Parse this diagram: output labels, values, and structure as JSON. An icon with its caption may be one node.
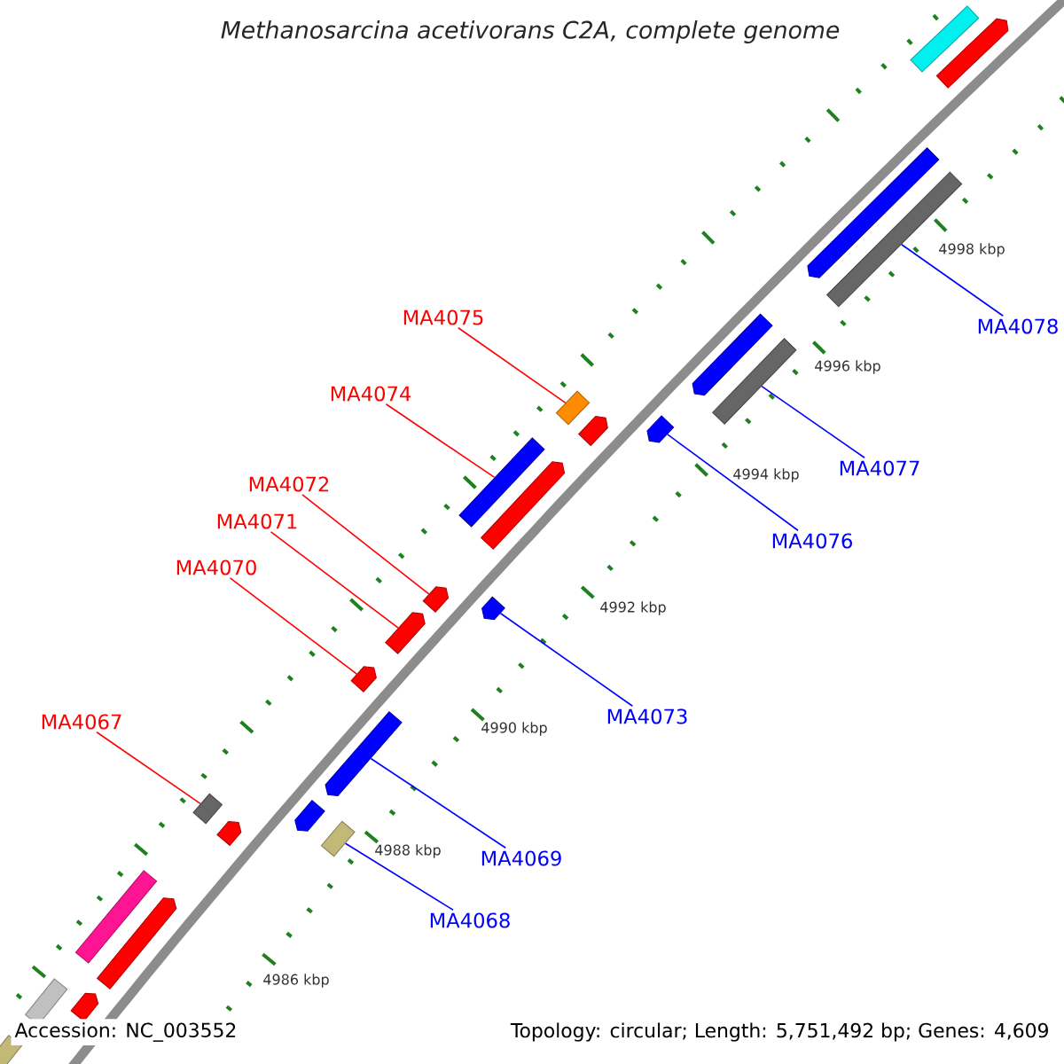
{
  "diagram": {
    "title": "Methanosarcina acetivorans C2A, complete genome",
    "nodes": [
      {
        "text": [
          "MA4075"
        ]
      },
      {
        "text": [
          "MA4074"
        ]
      },
      {
        "text": [
          "MA4072"
        ]
      },
      {
        "text": [
          "MA4071"
        ]
      },
      {
        "text": [
          "MA4070"
        ]
      },
      {
        "text": [
          "MA4067"
        ]
      },
      {
        "text": [
          "MA4078"
        ]
      },
      {
        "text": [
          "MA4077"
        ]
      },
      {
        "text": [
          "MA4076"
        ]
      },
      {
        "text": [
          "MA4073"
        ]
      },
      {
        "text": [
          "MA4069"
        ]
      },
      {
        "text": [
          "MA4068"
        ]
      },
      {
        "text": [],
        "shape": "box"
      },
      {
        "text": [],
        "shape": "box"
      },
      {
        "text": [],
        "shape": "arrow"
      },
      {
        "text": [],
        "shape": "box"
      },
      {
        "text": [],
        "shape": "arrow"
      },
      {
        "text": [],
        "shape": "box"
      },
      {
        "text": [],
        "shape": "arrow"
      },
      {
        "text": [],
        "shape": "arrow"
      },
      {
        "text": [],
        "shape": "box"
      },
      {
        "text": [],
        "shape": "arrow"
      },
      {
        "text": [],
        "shape": "arrow"
      },
      {
        "text": [],
        "shape": "arrow"
      },
      {
        "text": [],
        "shape": "arrow"
      },
      {
        "text": [],
        "shape": "arrow"
      },
      {
        "text": [],
        "shape": "box"
      },
      {
        "text": [],
        "shape": "arrow"
      },
      {
        "text": [],
        "shape": "box"
      },
      {
        "text": [],
        "shape": "arrow"
      },
      {
        "text": [],
        "shape": "arrow"
      },
      {
        "text": [],
        "shape": "arrow"
      },
      {
        "text": [],
        "shape": "box"
      },
      {
        "text": [],
        "shape": "arrow"
      },
      {
        "text": [],
        "shape": "box"
      },
      {
        "text": [],
        "shape": "box"
      },
      {
        "text": [],
        "shape": "arrow"
      }
    ],
    "edges": [
      {
        "from": 0,
        "to": 28,
        "arrow": "none",
        "color": "#ff0000"
      },
      {
        "from": 1,
        "to": 26,
        "arrow": "none",
        "color": "#ff0000"
      },
      {
        "from": 2,
        "to": 24,
        "arrow": "none",
        "color": "#ff0000"
      },
      {
        "from": 3,
        "to": 23,
        "arrow": "none",
        "color": "#ff0000"
      },
      {
        "from": 4,
        "to": 21,
        "arrow": "none",
        "color": "#ff0000"
      },
      {
        "from": 5,
        "to": 17,
        "arrow": "none",
        "color": "#ff0000"
      },
      {
        "from": 6,
        "to": 34,
        "arrow": "none",
        "color": "#0000ff"
      },
      {
        "from": 7,
        "to": 32,
        "arrow": "none",
        "color": "#0000ff"
      },
      {
        "from": 8,
        "to": 30,
        "arrow": "none",
        "color": "#0000ff"
      },
      {
        "from": 9,
        "to": 25,
        "arrow": "none",
        "color": "#0000ff"
      },
      {
        "from": 10,
        "to": 22,
        "arrow": "none",
        "color": "#0000ff"
      },
      {
        "from": 11,
        "to": 20,
        "arrow": "none",
        "color": "#0000ff"
      }
    ],
    "labels": [
      "4998 kbp",
      "4996 kbp",
      "4994 kbp",
      "4992 kbp",
      "4990 kbp",
      "4988 kbp",
      "4986 kbp",
      "Accession: NC_003552",
      "Topology: circular; Length: 5,751,492 bp; Genes: 4,609"
    ]
  }
}
